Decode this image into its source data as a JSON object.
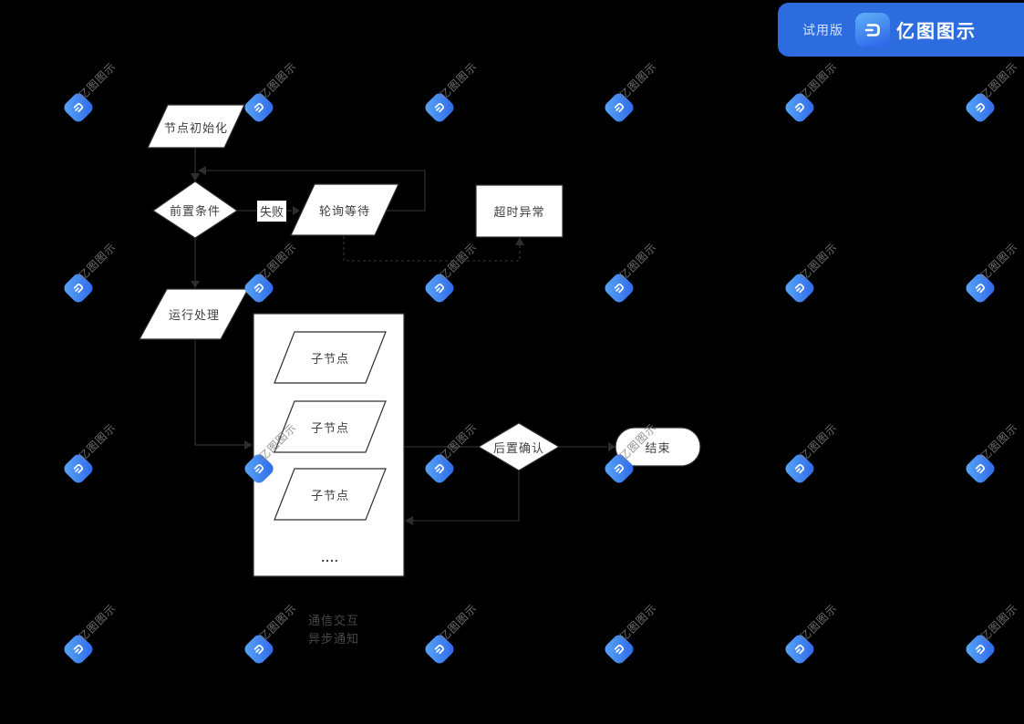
{
  "badge": {
    "trial_label": "试用版",
    "app_name": "亿图图示"
  },
  "watermark": {
    "text": "亿图图示"
  },
  "flowchart": {
    "nodes": {
      "init": "节点初始化",
      "precondition": "前置条件",
      "fail": "失败",
      "polling": "轮询等待",
      "timeout": "超时异常",
      "run": "运行处理",
      "child1": "子节点",
      "child2": "子节点",
      "child3": "子节点",
      "ellipsis": "....",
      "confirm": "后置确认",
      "end": "结束"
    },
    "legend": {
      "item1": "通信交互",
      "item2": "异步通知"
    },
    "edges": [
      {
        "from": "init",
        "to": "precondition",
        "style": "solid"
      },
      {
        "from": "precondition",
        "to": "polling",
        "style": "solid",
        "label": "失败"
      },
      {
        "from": "polling",
        "to": "precondition",
        "style": "solid",
        "route": "loop-top"
      },
      {
        "from": "polling",
        "to": "timeout",
        "style": "dashed"
      },
      {
        "from": "precondition",
        "to": "run",
        "style": "solid"
      },
      {
        "from": "run",
        "to": "children-container",
        "style": "solid"
      },
      {
        "from": "child1",
        "to": "child2",
        "style": "solid"
      },
      {
        "from": "child2",
        "to": "child3",
        "style": "solid"
      },
      {
        "from": "children-container",
        "to": "confirm",
        "style": "solid"
      },
      {
        "from": "confirm",
        "to": "end",
        "style": "solid"
      },
      {
        "from": "confirm",
        "to": "children-container",
        "style": "solid",
        "route": "loop-bottom"
      }
    ],
    "colors": {
      "background": "#000000",
      "shape_fill": "#ffffff",
      "line": "#2d2d2d",
      "badge_blue": "#2c6cdf",
      "watermark_gray": "#808080"
    }
  }
}
